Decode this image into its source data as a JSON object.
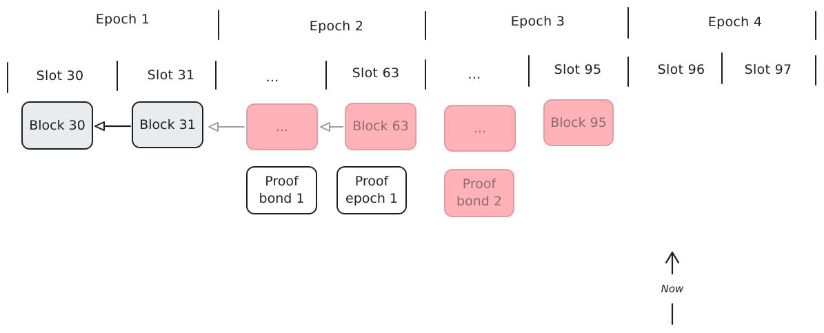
{
  "epochs": [
    "Epoch 1",
    "Epoch 2",
    "Epoch 3",
    "Epoch 4"
  ],
  "slots": [
    "Slot 30",
    "Slot 31",
    "...",
    "Slot 63",
    "...",
    "Slot 95",
    "Slot 96",
    "Slot 97"
  ],
  "blocks": {
    "b30": "Block 30",
    "b31": "Block 31",
    "pending1": "...",
    "b63": "Block 63",
    "pending2": "...",
    "b95": "Block 95"
  },
  "proofs": {
    "bond1": {
      "line1": "Proof",
      "line2": "bond 1"
    },
    "epoch1": {
      "line1": "Proof",
      "line2": "epoch 1"
    },
    "bond2": {
      "line1": "Proof",
      "line2": "bond 2"
    }
  },
  "now_label": "Now",
  "colors": {
    "ink": "#1e1e1e",
    "confirmed_fill": "#e9ecef",
    "pending_fill": "#ffb3b8",
    "pending_border": "#e69a9f",
    "pending_text": "#8a6a6c",
    "faded_arrow": "#a0a0a0"
  }
}
